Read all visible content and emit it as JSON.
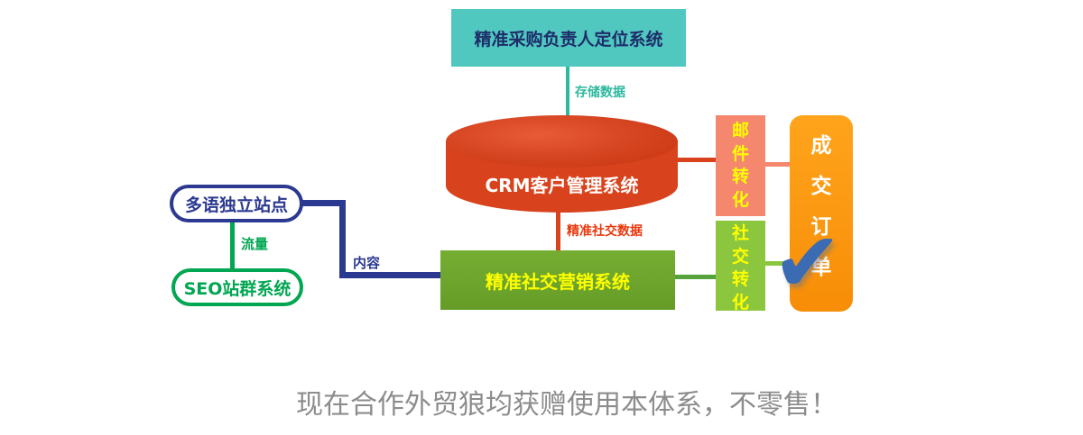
{
  "top_box": {
    "label": "精准采购负责人定位系统"
  },
  "crm": {
    "label": "CRM客户管理系统"
  },
  "email_conversion": {
    "label": "邮件转化"
  },
  "deal_order": {
    "label": "成交订单",
    "check_icon": "✔"
  },
  "social_marketing": {
    "label": "精准社交营销系统"
  },
  "social_conversion": {
    "label": "社交转化"
  },
  "multilang_site": {
    "label": "多语独立站点"
  },
  "seo_system": {
    "label": "SEO站群系统"
  },
  "labels": {
    "store_data": "存储数据",
    "social_data": "精准社交数据",
    "traffic": "流量",
    "content": "内容"
  },
  "footer": {
    "text": "现在合作外贸狼均获赠使用本体系，不零售！"
  },
  "colors": {
    "teal_box": "#50c8c0",
    "navy": "#2b3990",
    "red": "#d8431d",
    "salmon": "#f4876e",
    "orange": "#f88d07",
    "green_dark": "#649c27",
    "green_light": "#8cc63e",
    "green_line": "#00a651",
    "teal_line": "#2eb8a0",
    "yellow_text": "#ffff00",
    "check_blue": "#3b6bb3",
    "footer_gray": "#8c8c8c"
  }
}
